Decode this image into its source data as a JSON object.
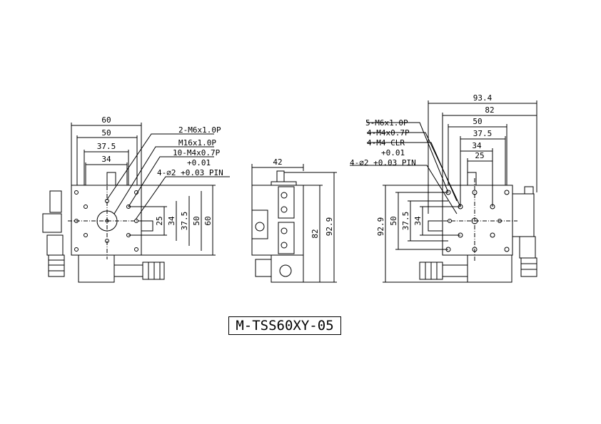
{
  "drawing_title": "M-TSS60XY-05",
  "top_view": {
    "dims_h": [
      "60",
      "50",
      "37.5",
      "34"
    ],
    "dims_v": [
      "25",
      "34",
      "37.5",
      "50",
      "60"
    ],
    "callouts": [
      "2-M6x1.0P",
      "M16x1.0P",
      "10-M4x0.7P",
      "+0.01",
      "4-∅2 +0.03 PIN"
    ]
  },
  "side_view": {
    "dims_h": [
      "42"
    ],
    "dims_v": [
      "82",
      "92.9"
    ]
  },
  "bottom_view": {
    "dims_h": [
      "93.4",
      "82",
      "50",
      "37.5",
      "34",
      "25"
    ],
    "dims_v": [
      "92.9",
      "50",
      "37.5",
      "34"
    ],
    "callouts": [
      "5-M6x1.0P",
      "4-M4x0.7P",
      "4-M4 CLR",
      "+0.01",
      "4-∅2 +0.03 PIN"
    ]
  }
}
